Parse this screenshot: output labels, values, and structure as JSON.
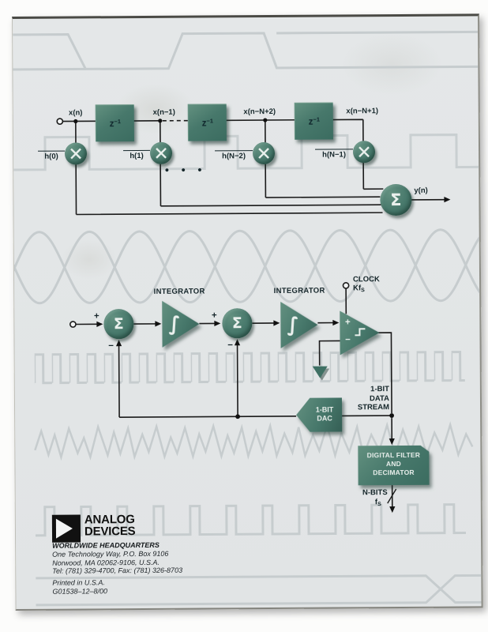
{
  "fir": {
    "node_labels": [
      "x(n)",
      "x(n−1)",
      "x(n−N+2)",
      "x(n−N+1)"
    ],
    "delay_base": "z",
    "delay_sup": "−1",
    "coef_labels": [
      "h(0)",
      "h(1)",
      "h(N−2)",
      "h(N−1)"
    ],
    "ellipsis": "• • •",
    "sum_symbol": "Σ",
    "output_label": "y(n)"
  },
  "sdm": {
    "integrator_label": "INTEGRATOR",
    "sum_symbol": "Σ",
    "integral_symbol": "∫",
    "plus": "+",
    "minus": "−",
    "clock_label": "CLOCK",
    "clock_freq_base": "Kf",
    "clock_freq_sub": "S",
    "dac_lines": [
      "1-BIT",
      "DAC"
    ],
    "stream_lines": [
      "1-BIT",
      "DATA",
      "STREAM"
    ],
    "filter_lines": [
      "DIGITAL FILTER",
      "AND",
      "DECIMATOR"
    ],
    "nbits_label": "N-BITS",
    "fs_base": "f",
    "fs_sub": "S"
  },
  "footer": {
    "brand_line1": "ANALOG",
    "brand_line2": "DEVICES",
    "hq_title": "WORLDWIDE HEADQUARTERS",
    "address_lines": [
      "One Technology Way, P.O. Box 9106",
      "Norwood, MA 02062-9106, U.S.A.",
      "Tel: (781) 329-4700, Fax: (781) 326-8703"
    ],
    "printed_note": "Printed in U.S.A.",
    "doc_code": "G01538–12–8/00"
  },
  "colors": {
    "green": "#47786b",
    "green-light": "#5f8e7f",
    "green-dark": "#2f5b50",
    "paper": "#e4e7e8",
    "watermark": "#c6ccce",
    "ink": "#15262a"
  }
}
